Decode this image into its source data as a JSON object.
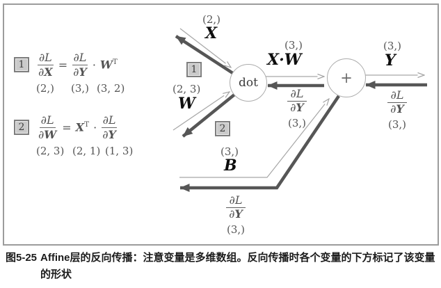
{
  "figure": {
    "formulas": [
      {
        "badge": "1",
        "lhs_num": "∂L",
        "lhs_den_d": "∂",
        "lhs_den_v": "X",
        "eq": "=",
        "rhs_num": "∂L",
        "rhs_den_d": "∂",
        "rhs_den_v": "Y",
        "dot_op": "·",
        "w_base": "W",
        "w_sup": "T",
        "shapes": [
          "(2,)",
          "(3,)",
          "(3, 2)"
        ]
      },
      {
        "badge": "2",
        "lhs_num": "∂L",
        "lhs_den_d": "∂",
        "lhs_den_v": "W",
        "eq": "=",
        "x_base": "X",
        "x_sup": "T",
        "dot_op": "·",
        "rhs_num": "∂L",
        "rhs_den_d": "∂",
        "rhs_den_v": "Y",
        "shapes": [
          "(2, 3)",
          "(2, 1)",
          "(1, 3)"
        ]
      }
    ],
    "graph": {
      "dot_node": "dot",
      "plus_node": "+",
      "badge1": "1",
      "badge2": "2",
      "x_shape": "(2,)",
      "x_var": "X",
      "w_shape": "(2, 3)",
      "w_var": "W",
      "xw_shape": "(3,)",
      "xw_var": "X·W",
      "y_shape": "(3,)",
      "y_var": "Y",
      "b_shape": "(3,)",
      "b_var": "B",
      "grad_mid": {
        "num": "∂L",
        "den_d": "∂",
        "den_v": "Y",
        "shape": "(3,)"
      },
      "grad_right": {
        "num": "∂L",
        "den_d": "∂",
        "den_v": "Y",
        "shape": "(3,)"
      },
      "grad_bottom": {
        "num": "∂L",
        "den_d": "∂",
        "den_v": "Y",
        "shape": "(3,)"
      }
    },
    "caption": {
      "label": "图5-25",
      "text": "Affine层的反向传播：注意变量是多维数组。反向传播时各个变量的下方标记了该变量的形状"
    },
    "colors": {
      "forward_line": "#a6a6a6",
      "backward_line": "#565656",
      "node_border": "#ababab",
      "frame_border": "#9c9c9c",
      "badge_fill": "#cacaca",
      "math_gray": "#545454",
      "var_black": "#0e0e0e"
    }
  }
}
